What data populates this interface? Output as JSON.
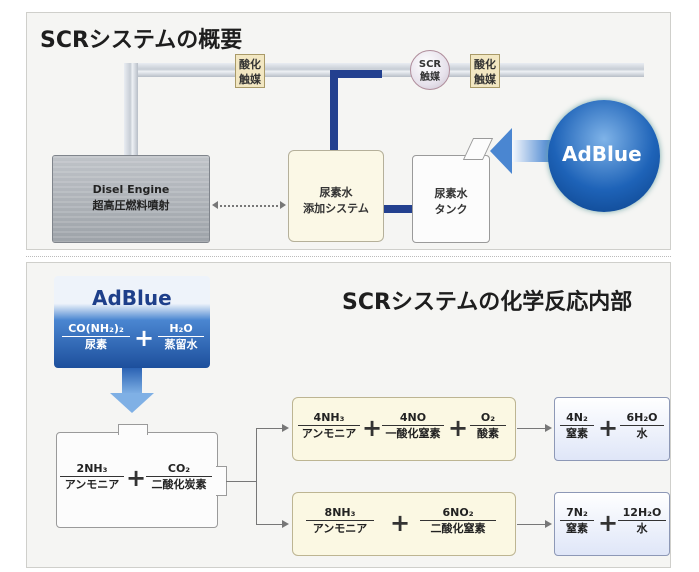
{
  "top": {
    "title": "SCRシステムの概要",
    "catalyst_left": [
      "酸化",
      "触媒"
    ],
    "scr": [
      "SCR",
      "触媒"
    ],
    "catalyst_right": [
      "酸化",
      "触媒"
    ],
    "engine": [
      "Disel Engine",
      "超高圧燃料噴射"
    ],
    "urea_dosing": [
      "尿素水",
      "添加システム"
    ],
    "urea_tank": [
      "尿素水",
      "タンク"
    ],
    "adblue": "AdBlue"
  },
  "bottom": {
    "title": "SCRシステムの化学反応内部",
    "adblue": "AdBlue",
    "urea": {
      "formula": "CO(NH₂)₂",
      "name": "尿素"
    },
    "water": {
      "formula": "H₂O",
      "name": "蒸留水"
    },
    "ammonia": {
      "formula": "2NH₃",
      "name": "アンモニア"
    },
    "co2": {
      "formula": "CO₂",
      "name": "二酸化炭素"
    },
    "eq1": {
      "a": {
        "formula": "4NH₃",
        "name": "アンモニア"
      },
      "b": {
        "formula": "4NO",
        "name": "一酸化窒素"
      },
      "c": {
        "formula": "O₂",
        "name": "酸素"
      },
      "r1": {
        "formula": "4N₂",
        "name": "窒素"
      },
      "r2": {
        "formula": "6H₂O",
        "name": "水"
      }
    },
    "eq2": {
      "a": {
        "formula": "8NH₃",
        "name": "アンモニア"
      },
      "b": {
        "formula": "6NO₂",
        "name": "二酸化窒素"
      },
      "r1": {
        "formula": "7N₂",
        "name": "窒素"
      },
      "r2": {
        "formula": "12H₂O",
        "name": "水"
      }
    },
    "plus": "+"
  },
  "colors": {
    "accent_blue": "#1e63b8",
    "catalyst": "#f2e7c2",
    "pipe_blue": "#23408f"
  }
}
